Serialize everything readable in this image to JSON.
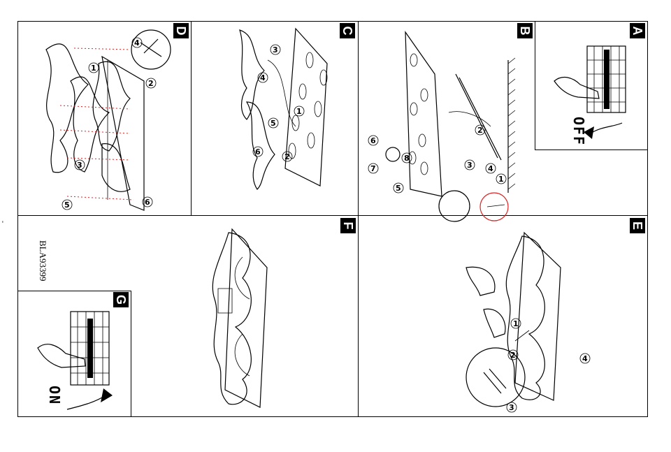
{
  "document": {
    "model_code": "BLA93399",
    "side_mark": "-",
    "panels": [
      {
        "id": "A",
        "letter": "A",
        "state_label": "OFF"
      },
      {
        "id": "B",
        "letter": "B"
      },
      {
        "id": "C",
        "letter": "C"
      },
      {
        "id": "D",
        "letter": "D"
      },
      {
        "id": "E",
        "letter": "E"
      },
      {
        "id": "F",
        "letter": "F"
      },
      {
        "id": "G",
        "letter": "G",
        "state_label": "ON"
      }
    ],
    "callouts": {
      "b": [
        "6",
        "7",
        "8",
        "5",
        "3",
        "2",
        "4",
        "1"
      ],
      "c": [
        "3",
        "4",
        "1",
        "5",
        "6",
        "2"
      ],
      "d": [
        "4",
        "1",
        "2",
        "3",
        "5",
        "6"
      ],
      "e": [
        "1",
        "2",
        "3",
        "4"
      ]
    }
  }
}
